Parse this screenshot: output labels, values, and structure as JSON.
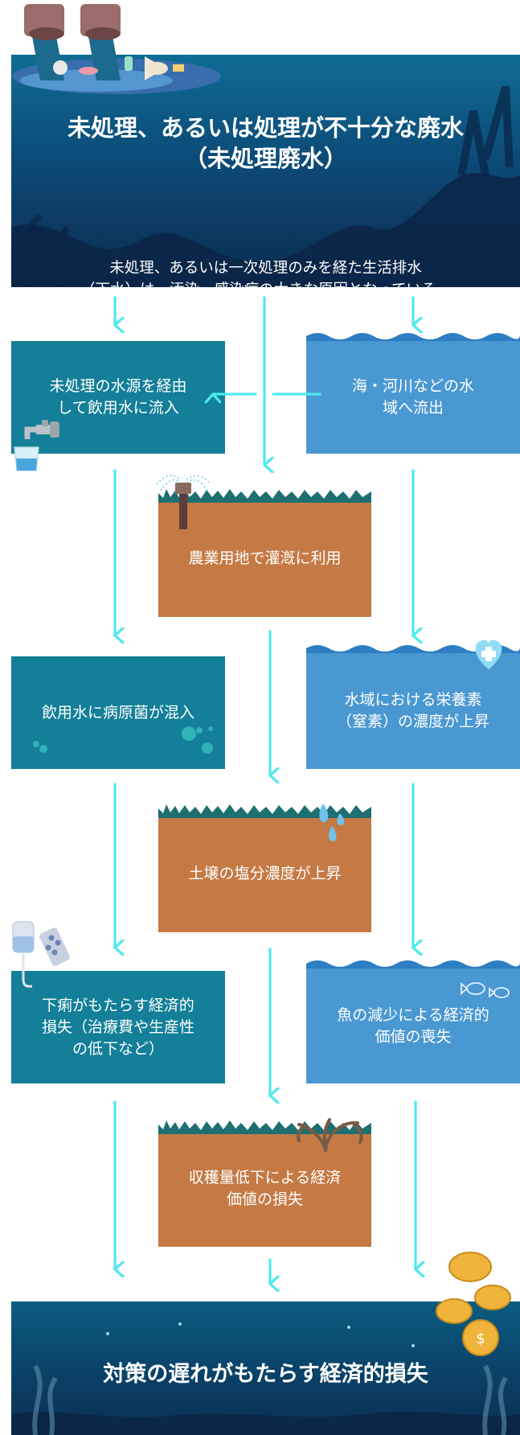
{
  "header": {
    "title": "未処理、あるいは処理が不十分な廃水\n（未処理廃水）",
    "subtitle": "未処理、あるいは一次処理のみを経た生活排水\n（下水）は、汚染・感染症の大きな原因となっている。"
  },
  "nodes": {
    "drinking_source": "未処理の水源を経由\nして飲用水に流入",
    "water_outflow": "海・河川などの水\n域へ流出",
    "irrigation": "農業用地で灌漑に利用",
    "pathogen": "飲用水に病原菌が混入",
    "nutrients": "水域における栄養素\n（窒素）の濃度が上昇",
    "salinity": "土壌の塩分濃度が上昇",
    "diarrhea_loss": "下痢がもたらす経済的\n損失（治療費や生産性\nの低下など）",
    "fish_loss": "魚の減少による経済的\n価値の喪失",
    "harvest_loss": "収穫量低下による経済\n価値の損失"
  },
  "footer": {
    "title": "対策の遅れがもたらす経済的損失"
  },
  "colors": {
    "arrow": "#4ee9ef",
    "teal_box": "#137f98",
    "blue_box": "#4a98d2",
    "soil_box": "#c57a45",
    "grass": "#1e6f72",
    "header_dark": "#0b2b4e"
  },
  "icons": [
    "sewage-pipes-icon",
    "faucet-icon",
    "sprinkler-icon",
    "germ-icon",
    "heart-plus-icon",
    "water-drop-icon",
    "iv-pills-icon",
    "fish-icon",
    "dead-plant-icon",
    "coins-icon"
  ]
}
